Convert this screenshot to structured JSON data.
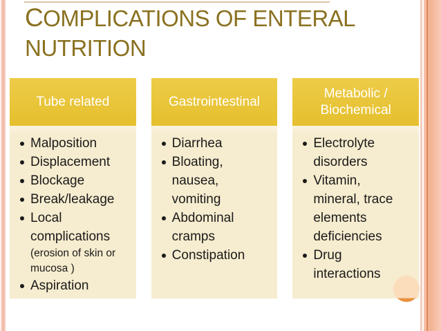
{
  "slide": {
    "title": "COMPLICATIONS OF ENTERAL NUTRITION",
    "columns": [
      {
        "header": "Tube related",
        "items": [
          {
            "text": "Malposition"
          },
          {
            "text": "Displacement"
          },
          {
            "text": "Blockage"
          },
          {
            "text": "Break/leakage"
          },
          {
            "text": "Local\ncomplications",
            "sub": "(erosion of skin or\nmucosa )"
          },
          {
            "text": "Aspiration"
          }
        ]
      },
      {
        "header": "Gastrointestinal",
        "items": [
          {
            "text": "Diarrhea"
          },
          {
            "text": "Bloating,\nnausea,\nvomiting"
          },
          {
            "text": "Abdominal\ncramps"
          },
          {
            "text": "Constipation"
          }
        ]
      },
      {
        "header": "Metabolic /\nBiochemical",
        "items": [
          {
            "text": "Electrolyte\ndisorders"
          },
          {
            "text": "Vitamin,\nmineral, trace\nelements\ndeficiencies"
          },
          {
            "text": "Drug\ninteractions"
          }
        ]
      }
    ],
    "colors": {
      "title_text": "#8A7120",
      "header_fill": "#E9C636",
      "header_text": "#FFFFFF",
      "body_fill": "#F7EED2",
      "body_text": "#1A1A1A",
      "border_stripe": "#F0B7A0",
      "stripe_accent": "#DB8A58",
      "circle_light": "#FBDDBC",
      "circle_dark": "#E8913E"
    }
  }
}
